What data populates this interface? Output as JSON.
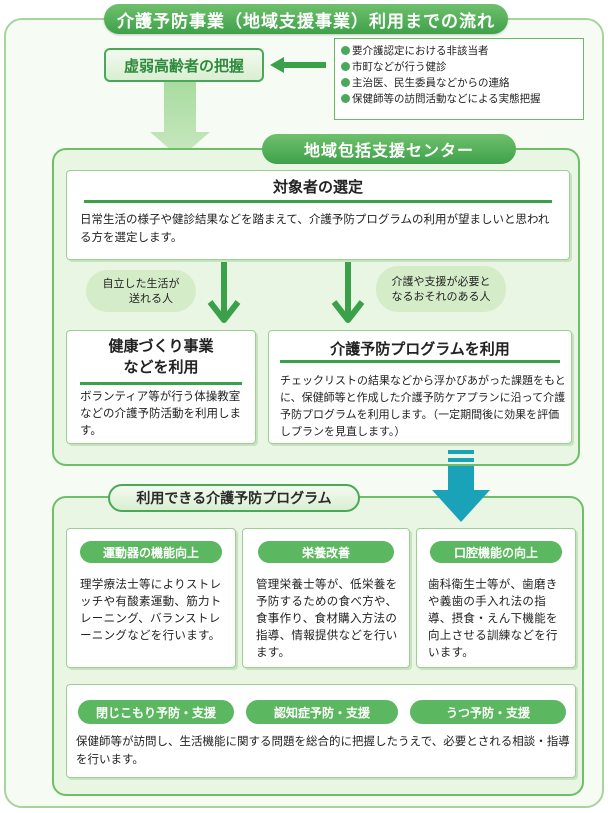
{
  "title": "介護予防事業（地域支援事業）利用までの流れ",
  "identify_tag": "虚弱高齢者の把握",
  "identify_sources": [
    "要介護認定における非該当者",
    "市町などが行う健診",
    "主治医、民生委員などからの連絡",
    "保健師等の訪問活動などによる実態把握"
  ],
  "center": {
    "title": "地域包括支援センター",
    "selection_heading": "対象者の選定",
    "selection_text": "日常生活の様子や健診結果などを踏まえて、介護予防プログラムの利用が望ましいと思われる方を選定します。",
    "branch_left_line1": "自立した生活が",
    "branch_left_line2": "送れる人",
    "branch_right_line1": "介護や支援が必要と",
    "branch_right_line2": "なるおそれのある人",
    "health_heading_line1": "健康づくり事業",
    "health_heading_line2": "などを利用",
    "health_text": "ボランティア等が行う体操教室などの介護予防活動を利用します。",
    "program_heading": "介護予防プログラムを利用",
    "program_text": "チェックリストの結果などから浮かびあがった課題をもとに、保健師等と作成した介護予防ケアプランに沿って介護予防プログラムを利用します。（一定期間後に効果を評価しプランを見直します。）"
  },
  "programs": {
    "title": "利用できる介護予防プログラム",
    "cards": [
      {
        "label": "運動器の機能向上",
        "text": "理学療法士等によりストレッチや有酸素運動、筋力トレーニング、バランストレーニングなどを行います。"
      },
      {
        "label": "栄養改善",
        "text": "管理栄養士等が、低栄養を予防するための食べ方や、食事作り、食材購入方法の指導、情報提供などを行います。"
      },
      {
        "label": "口腔機能の向上",
        "text": "歯科衛生士等が、歯磨きや義歯の手入れ法の指導、摂食・えん下機能を向上させる訓練などを行います。"
      }
    ],
    "bottom_labels": [
      "閉じこもり予防・支援",
      "認知症予防・支援",
      "うつ予防・支援"
    ],
    "bottom_text": "保健師等が訪問し、生活機能に関する問題を総合的に把握したうえで、必要とされる相談・指導を行います。"
  },
  "colors": {
    "accent_green": "#3ea24a",
    "light_green": "#eaf6e4",
    "cyan_arrow": "#1aa3b8"
  }
}
